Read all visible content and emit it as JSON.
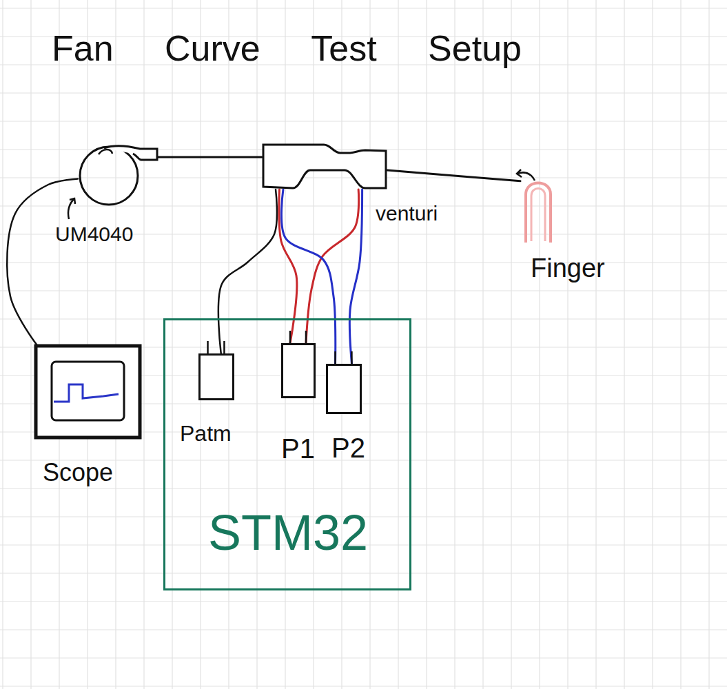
{
  "diagram": {
    "title": "Fan Curve Test Setup",
    "nodes": [
      {
        "text": [
          "UM4040"
        ]
      },
      {
        "text": [
          "venturi"
        ]
      },
      {
        "text": [
          "Finger"
        ]
      },
      {
        "text": [
          "Scope"
        ]
      },
      {
        "text": [
          "STM32"
        ]
      },
      {
        "text": [
          "Patm"
        ],
        "in": 4
      },
      {
        "text": [
          "P1"
        ],
        "in": 4
      },
      {
        "text": [
          "P2"
        ],
        "in": 4
      }
    ],
    "edges": [
      {
        "from": 0,
        "to": 1,
        "arrow": "none"
      },
      {
        "from": 1,
        "to": 2,
        "arrow": "none"
      },
      {
        "from": 3,
        "to": 0,
        "arrow": "none"
      },
      {
        "from": 1,
        "to": 5,
        "arrow": "none"
      },
      {
        "from": 1,
        "to": 6,
        "arrow": "none"
      },
      {
        "from": 1,
        "to": 6,
        "arrow": "none"
      },
      {
        "from": 1,
        "to": 7,
        "arrow": "none"
      },
      {
        "from": 1,
        "to": 7,
        "arrow": "none"
      }
    ]
  }
}
